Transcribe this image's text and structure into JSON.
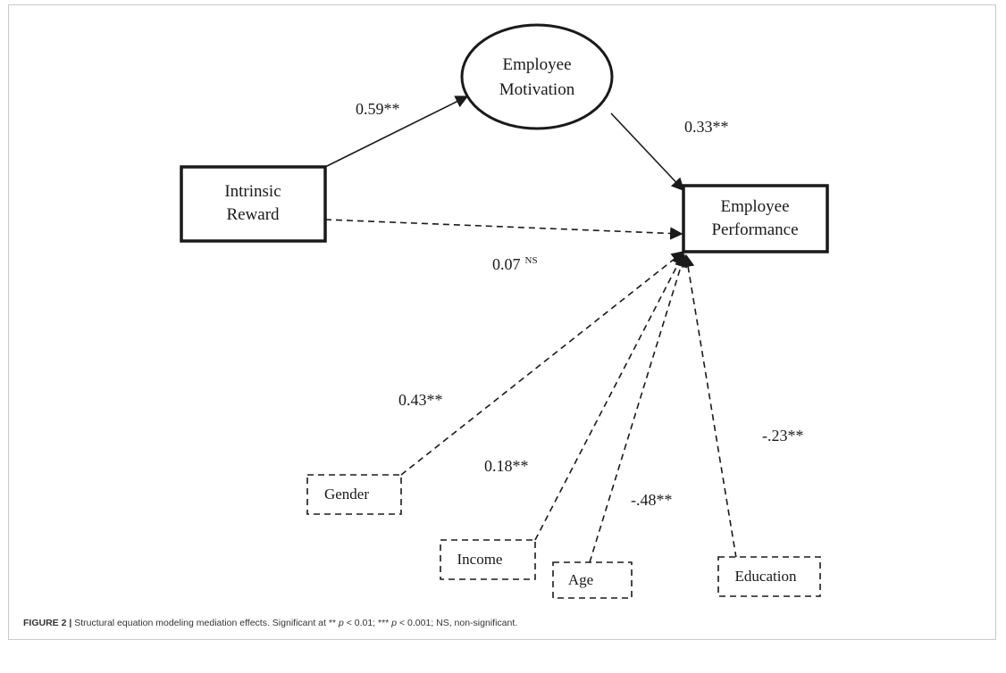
{
  "nodes": {
    "motivation": {
      "line1": "Employee",
      "line2": "Motivation"
    },
    "intrinsic": {
      "line1": "Intrinsic",
      "line2": "Reward"
    },
    "performance": {
      "line1": "Employee",
      "line2": "Performance"
    },
    "gender": "Gender",
    "income": "Income",
    "age": "Age",
    "education": "Education"
  },
  "coefficients": {
    "reward_motivation": "0.59**",
    "motivation_performance": "0.33**",
    "reward_performance_value": "0.07",
    "reward_performance_sup": "NS",
    "gender": "0.43**",
    "income": "0.18**",
    "age": "-.48**",
    "education": "-.23**"
  },
  "caption": {
    "label": "FIGURE 2 |",
    "text_1": " Structural equation modeling mediation effects. Significant at ** ",
    "p1": "p",
    "text_2": " < 0.01; *** ",
    "p2": "p",
    "text_3": " < 0.001; NS, non-significant."
  }
}
